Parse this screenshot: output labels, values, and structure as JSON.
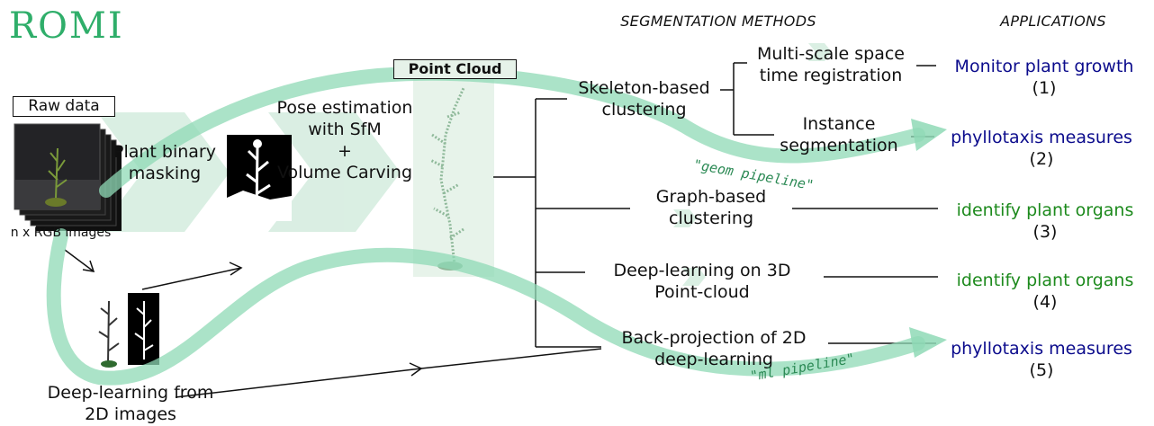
{
  "logo": "ROMI",
  "headers": {
    "methods": "SEGMENTATION METHODS",
    "applications": "APPLICATIONS"
  },
  "inputs": {
    "raw_data": "Raw data",
    "rgb_images": "n x RGB images",
    "point_cloud": "Point Cloud"
  },
  "steps": {
    "masking": [
      "Plant binary",
      "masking"
    ],
    "pose": [
      "Pose estimation",
      "with SfM",
      "+",
      "Volume Carving"
    ],
    "dl2d": [
      "Deep-learning from",
      "2D images"
    ]
  },
  "methods": {
    "skeleton": [
      "Skeleton-based",
      "clustering"
    ],
    "multiscale": [
      "Multi-scale space",
      "time registration"
    ],
    "instance": [
      "Instance",
      "segmentation"
    ],
    "graph": [
      "Graph-based",
      "clustering"
    ],
    "dl3d": [
      "Deep-learning on 3D",
      "Point-cloud"
    ],
    "backproj": [
      "Back-projection of 2D",
      "deep-learning"
    ]
  },
  "applications": [
    {
      "label": "Monitor plant growth",
      "num": "(1)",
      "color": "#0b0b8c"
    },
    {
      "label": "phyllotaxis measures",
      "num": "(2)",
      "color": "#0b0b8c"
    },
    {
      "label": "identify plant organs",
      "num": "(3)",
      "color": "#1d8a1d"
    },
    {
      "label": "identify plant organs",
      "num": "(4)",
      "color": "#1d8a1d"
    },
    {
      "label": "phyllotaxis measures",
      "num": "(5)",
      "color": "#0b0b8c"
    }
  ],
  "pipelines": {
    "geom": "\"geom pipeline\"",
    "ml": "\"ml pipeline\""
  },
  "colors": {
    "pipeline_arrow": "#8fd9b6",
    "logo": "#2fae6a",
    "chevron": "#cfe9d6"
  }
}
